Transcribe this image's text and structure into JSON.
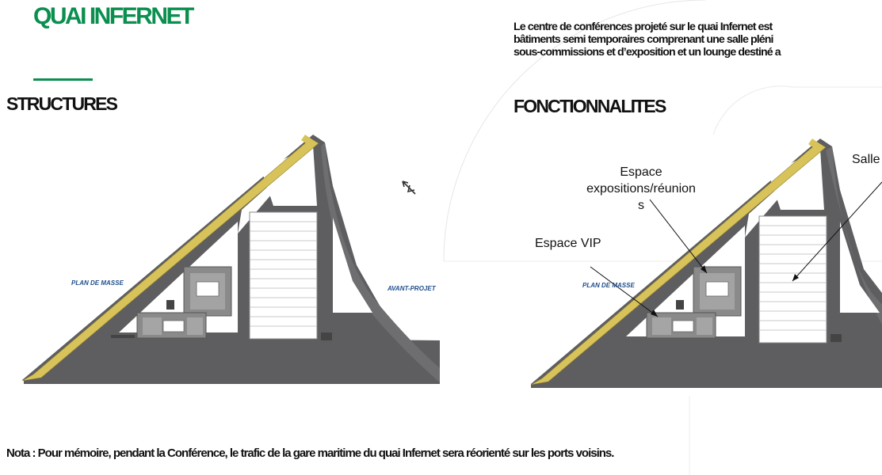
{
  "page": {
    "title": "QUAI INFERNET",
    "intro_lines": [
      "Le centre de conférences projeté sur le quai Infernet est",
      "bâtiments semi temporaires comprenant une salle pléni",
      "sous-commissions et d’exposition et un lounge destiné a"
    ],
    "note": "Nota : Pour mémoire, pendant la Conférence, le trafic de la gare maritime du quai Infernet sera réorienté sur les ports voisins."
  },
  "structures": {
    "heading": "STRUCTURES",
    "plan_label": "PLAN DE MASSE",
    "project_label": "AVANT-PROJET",
    "north_icon": "north-arrow-icon"
  },
  "functions": {
    "heading": "FONCTIONNALITES",
    "plan_label": "PLAN DE MASSE",
    "callouts": {
      "expo_line1": "Espace",
      "expo_line2": "expositions/réunion",
      "expo_line3": "s",
      "vip": "Espace VIP",
      "salle": "Salle"
    }
  },
  "colors": {
    "title_green": "#0a8f4f",
    "road_gray": "#5e5e60",
    "quay_yellow": "#d8c25a",
    "label_blue": "#1f4e8c"
  }
}
